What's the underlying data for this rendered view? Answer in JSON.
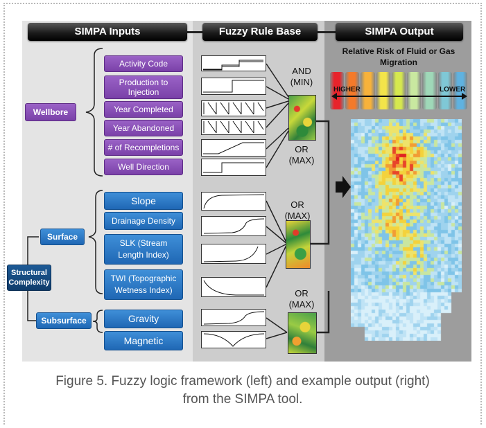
{
  "headers": {
    "inputs": "SIMPA Inputs",
    "rules": "Fuzzy Rule Base",
    "output": "SIMPA Output"
  },
  "wellbore": {
    "label": "Wellbore",
    "items": [
      "Activity Code",
      "Production to Injection",
      "Year Completed",
      "Year Abandoned",
      "# of Recompletions",
      "Well Direction"
    ]
  },
  "structural": {
    "label": "Structural Complexity",
    "surface": {
      "label": "Surface",
      "items": [
        "Slope",
        "Drainage Density",
        "SLK (Stream Length Index)",
        "TWI (Topographic Wetness Index)"
      ]
    },
    "subsurface": {
      "label": "Subsurface",
      "items": [
        "Gravity",
        "Magnetic"
      ]
    }
  },
  "operators": {
    "and_min": "AND (MIN)",
    "or_max_1": "OR (MAX)",
    "or_max_2": "OR (MAX)",
    "or_max_3": "OR (MAX)"
  },
  "legend": {
    "title": "Relative Risk of Fluid or Gas Migration",
    "higher": "HIGHER",
    "lower": "LOWER",
    "colors": [
      "#e8232b",
      "#f47a2a",
      "#f7b23b",
      "#f3e44a",
      "#d6e84e",
      "#c9e8a0",
      "#9fd8b8",
      "#7fc8d6",
      "#5fb2e0"
    ]
  },
  "caption": "Figure 5. Fuzzy logic framework (left) and example output (right) from the SIMPA tool."
}
